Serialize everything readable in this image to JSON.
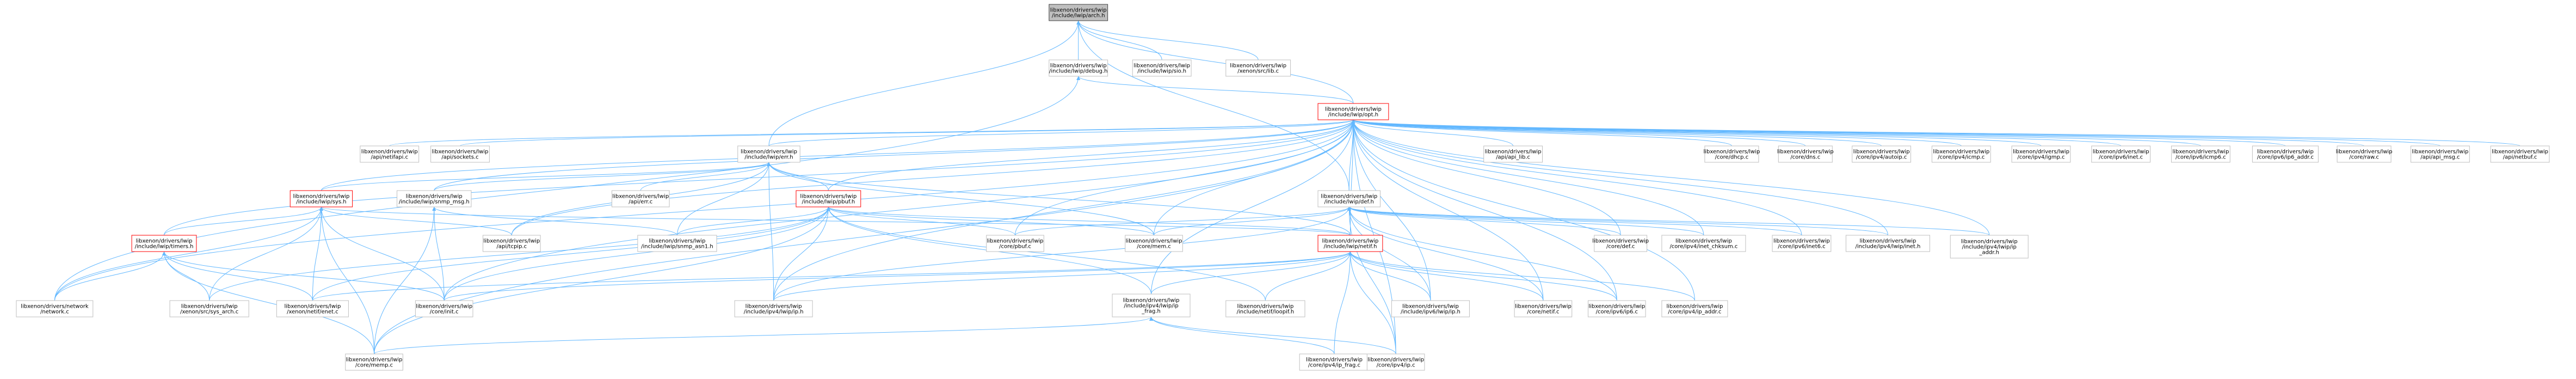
{
  "nodes": [
    {
      "id": "arch",
      "lines": [
        "libxenon/drivers/lwip",
        "/include/lwip/arch.h"
      ],
      "style": "root"
    },
    {
      "id": "debug",
      "lines": [
        "libxenon/drivers/lwip",
        "/include/lwip/debug.h"
      ],
      "style": "normal"
    },
    {
      "id": "sio",
      "lines": [
        "libxenon/drivers/lwip",
        "/include/lwip/sio.h"
      ],
      "style": "normal"
    },
    {
      "id": "libc",
      "lines": [
        "libxenon/drivers/lwip",
        "/xenon/src/lib.c"
      ],
      "style": "normal"
    },
    {
      "id": "opt",
      "lines": [
        "libxenon/drivers/lwip",
        "/include/lwip/opt.h"
      ],
      "style": "red"
    },
    {
      "id": "api_netifapi",
      "lines": [
        "libxenon/drivers/lwip",
        "/api/netifapi.c"
      ],
      "style": "normal"
    },
    {
      "id": "api_sockets",
      "lines": [
        "libxenon/drivers/lwip",
        "/api/sockets.c"
      ],
      "style": "normal"
    },
    {
      "id": "err",
      "lines": [
        "libxenon/drivers/lwip",
        "/include/lwip/err.h"
      ],
      "style": "normal"
    },
    {
      "id": "api_lib",
      "lines": [
        "libxenon/drivers/lwip",
        "/api/api_lib.c"
      ],
      "style": "normal"
    },
    {
      "id": "dhcp",
      "lines": [
        "libxenon/drivers/lwip",
        "/core/dhcp.c"
      ],
      "style": "normal"
    },
    {
      "id": "dns",
      "lines": [
        "libxenon/drivers/lwip",
        "/core/dns.c"
      ],
      "style": "normal"
    },
    {
      "id": "autoip",
      "lines": [
        "libxenon/drivers/lwip",
        "/core/ipv4/autoip.c"
      ],
      "style": "normal"
    },
    {
      "id": "icmp",
      "lines": [
        "libxenon/drivers/lwip",
        "/core/ipv4/icmp.c"
      ],
      "style": "normal"
    },
    {
      "id": "igmp",
      "lines": [
        "libxenon/drivers/lwip",
        "/core/ipv4/igmp.c"
      ],
      "style": "normal"
    },
    {
      "id": "inet_c",
      "lines": [
        "libxenon/drivers/lwip",
        "/core/ipv6/inet.c"
      ],
      "style": "normal"
    },
    {
      "id": "icmp6",
      "lines": [
        "libxenon/drivers/lwip",
        "/core/ipv6/icmp6.c"
      ],
      "style": "normal"
    },
    {
      "id": "ip6_addr",
      "lines": [
        "libxenon/drivers/lwip",
        "/core/ipv6/ip6_addr.c"
      ],
      "style": "normal"
    },
    {
      "id": "raw",
      "lines": [
        "libxenon/drivers/lwip",
        "/core/raw.c"
      ],
      "style": "normal"
    },
    {
      "id": "api_msg",
      "lines": [
        "libxenon/drivers/lwip",
        "/api/api_msg.c"
      ],
      "style": "normal"
    },
    {
      "id": "netbuf",
      "lines": [
        "libxenon/drivers/lwip",
        "/api/netbuf.c"
      ],
      "style": "normal"
    },
    {
      "id": "sys",
      "lines": [
        "libxenon/drivers/lwip",
        "/include/lwip/sys.h"
      ],
      "style": "red"
    },
    {
      "id": "snmp_msg",
      "lines": [
        "libxenon/drivers/lwip",
        "/include/lwip/snmp_msg.h"
      ],
      "style": "normal"
    },
    {
      "id": "api_err",
      "lines": [
        "libxenon/drivers/lwip",
        "/api/err.c"
      ],
      "style": "normal"
    },
    {
      "id": "pbuf_h",
      "lines": [
        "libxenon/drivers/lwip",
        "/include/lwip/pbuf.h"
      ],
      "style": "red"
    },
    {
      "id": "def_h",
      "lines": [
        "libxenon/drivers/lwip",
        "/include/lwip/def.h"
      ],
      "style": "normal"
    },
    {
      "id": "timers",
      "lines": [
        "libxenon/drivers/lwip",
        "/include/lwip/timers.h"
      ],
      "style": "red"
    },
    {
      "id": "tcpip",
      "lines": [
        "libxenon/drivers/lwip",
        "/api/tcpip.c"
      ],
      "style": "normal"
    },
    {
      "id": "snmp_asn1",
      "lines": [
        "libxenon/drivers/lwip",
        "/include/lwip/snmp_asn1.h"
      ],
      "style": "normal"
    },
    {
      "id": "pbuf_c",
      "lines": [
        "libxenon/drivers/lwip",
        "/core/pbuf.c"
      ],
      "style": "normal"
    },
    {
      "id": "mem_c",
      "lines": [
        "libxenon/drivers/lwip",
        "/core/mem.c"
      ],
      "style": "normal"
    },
    {
      "id": "netif_h",
      "lines": [
        "libxenon/drivers/lwip",
        "/include/lwip/netif.h"
      ],
      "style": "red"
    },
    {
      "id": "def_c",
      "lines": [
        "libxenon/drivers/lwip",
        "/core/def.c"
      ],
      "style": "normal"
    },
    {
      "id": "inet_chksum",
      "lines": [
        "libxenon/drivers/lwip",
        "/core/ipv4/inet_chksum.c"
      ],
      "style": "normal"
    },
    {
      "id": "inet6",
      "lines": [
        "libxenon/drivers/lwip",
        "/core/ipv6/inet6.c"
      ],
      "style": "normal"
    },
    {
      "id": "ipv4_inet_h",
      "lines": [
        "libxenon/drivers/lwip",
        "/include/ipv4/lwip/inet.h"
      ],
      "style": "normal"
    },
    {
      "id": "ip_addr_h",
      "lines": [
        "libxenon/drivers/lwip",
        "/include/ipv4/lwip/ip",
        "_addr.h"
      ],
      "style": "normal"
    },
    {
      "id": "network",
      "lines": [
        "libxenon/drivers/network",
        "/network.c"
      ],
      "style": "normal"
    },
    {
      "id": "sys_arch",
      "lines": [
        "libxenon/drivers/lwip",
        "/xenon/src/sys_arch.c"
      ],
      "style": "normal"
    },
    {
      "id": "enet",
      "lines": [
        "libxenon/drivers/lwip",
        "/xenon/netif/enet.c"
      ],
      "style": "normal"
    },
    {
      "id": "init",
      "lines": [
        "libxenon/drivers/lwip",
        "/core/init.c"
      ],
      "style": "normal"
    },
    {
      "id": "ipv4_ip_h",
      "lines": [
        "libxenon/drivers/lwip",
        "/include/ipv4/lwip/ip.h"
      ],
      "style": "normal"
    },
    {
      "id": "ip_frag_h",
      "lines": [
        "libxenon/drivers/lwip",
        "/include/ipv4/lwip/ip",
        "_frag.h"
      ],
      "style": "normal"
    },
    {
      "id": "loopif",
      "lines": [
        "libxenon/drivers/lwip",
        "/include/netif/loopif.h"
      ],
      "style": "normal"
    },
    {
      "id": "ipv6_ip_h",
      "lines": [
        "libxenon/drivers/lwip",
        "/include/ipv6/lwip/ip.h"
      ],
      "style": "normal"
    },
    {
      "id": "netif_c",
      "lines": [
        "libxenon/drivers/lwip",
        "/core/netif.c"
      ],
      "style": "normal"
    },
    {
      "id": "ip6",
      "lines": [
        "libxenon/drivers/lwip",
        "/core/ipv6/ip6.c"
      ],
      "style": "normal"
    },
    {
      "id": "ip_addr_c",
      "lines": [
        "libxenon/drivers/lwip",
        "/core/ipv4/ip_addr.c"
      ],
      "style": "normal"
    },
    {
      "id": "memp",
      "lines": [
        "libxenon/drivers/lwip",
        "/core/memp.c"
      ],
      "style": "normal"
    },
    {
      "id": "ip_frag_c",
      "lines": [
        "libxenon/drivers/lwip",
        "/core/ipv4/ip_frag.c"
      ],
      "style": "normal"
    },
    {
      "id": "ip_c",
      "lines": [
        "libxenon/drivers/lwip",
        "/core/ipv4/ip.c"
      ],
      "style": "normal"
    }
  ],
  "edges": [
    [
      "debug",
      "arch"
    ],
    [
      "sio",
      "arch"
    ],
    [
      "libc",
      "arch"
    ],
    [
      "opt",
      "arch"
    ],
    [
      "err",
      "arch"
    ],
    [
      "def_h",
      "arch"
    ],
    [
      "opt",
      "debug"
    ],
    [
      "network",
      "debug"
    ],
    [
      "api_netifapi",
      "opt"
    ],
    [
      "api_sockets",
      "opt"
    ],
    [
      "err",
      "opt"
    ],
    [
      "api_lib",
      "opt"
    ],
    [
      "dhcp",
      "opt"
    ],
    [
      "dns",
      "opt"
    ],
    [
      "autoip",
      "opt"
    ],
    [
      "icmp",
      "opt"
    ],
    [
      "igmp",
      "opt"
    ],
    [
      "inet_c",
      "opt"
    ],
    [
      "icmp6",
      "opt"
    ],
    [
      "ip6_addr",
      "opt"
    ],
    [
      "raw",
      "opt"
    ],
    [
      "api_msg",
      "opt"
    ],
    [
      "netbuf",
      "opt"
    ],
    [
      "sys",
      "opt"
    ],
    [
      "snmp_msg",
      "opt"
    ],
    [
      "pbuf_h",
      "opt"
    ],
    [
      "def_h",
      "opt"
    ],
    [
      "timers",
      "opt"
    ],
    [
      "tcpip",
      "opt"
    ],
    [
      "pbuf_c",
      "opt"
    ],
    [
      "mem_c",
      "opt"
    ],
    [
      "netif_h",
      "opt"
    ],
    [
      "def_c",
      "opt"
    ],
    [
      "inet_chksum",
      "opt"
    ],
    [
      "inet6",
      "opt"
    ],
    [
      "ipv4_inet_h",
      "opt"
    ],
    [
      "ip_addr_h",
      "opt"
    ],
    [
      "network",
      "opt"
    ],
    [
      "init",
      "opt"
    ],
    [
      "ipv4_ip_h",
      "opt"
    ],
    [
      "ip_frag_h",
      "opt"
    ],
    [
      "ipv6_ip_h",
      "opt"
    ],
    [
      "netif_c",
      "opt"
    ],
    [
      "ip6",
      "opt"
    ],
    [
      "ip_addr_c",
      "opt"
    ],
    [
      "memp",
      "opt"
    ],
    [
      "ip_c",
      "opt"
    ],
    [
      "sys",
      "err"
    ],
    [
      "snmp_msg",
      "err"
    ],
    [
      "api_err",
      "err"
    ],
    [
      "pbuf_h",
      "err"
    ],
    [
      "netif_h",
      "err"
    ],
    [
      "snmp_asn1",
      "err"
    ],
    [
      "tcpip",
      "err"
    ],
    [
      "ipv4_ip_h",
      "err"
    ],
    [
      "mem_c",
      "err"
    ],
    [
      "timers",
      "sys"
    ],
    [
      "tcpip",
      "sys"
    ],
    [
      "network",
      "sys"
    ],
    [
      "sys_arch",
      "sys"
    ],
    [
      "enet",
      "sys"
    ],
    [
      "init",
      "sys"
    ],
    [
      "memp",
      "sys"
    ],
    [
      "netif_h",
      "sys"
    ],
    [
      "snmp_asn1",
      "snmp_msg"
    ],
    [
      "init",
      "snmp_msg"
    ],
    [
      "memp",
      "snmp_msg"
    ],
    [
      "netif_h",
      "pbuf_h"
    ],
    [
      "snmp_asn1",
      "pbuf_h"
    ],
    [
      "pbuf_c",
      "pbuf_h"
    ],
    [
      "mem_c",
      "pbuf_h"
    ],
    [
      "ipv4_ip_h",
      "pbuf_h"
    ],
    [
      "ip_frag_h",
      "pbuf_h"
    ],
    [
      "enet",
      "pbuf_h"
    ],
    [
      "init",
      "pbuf_h"
    ],
    [
      "memp",
      "pbuf_h"
    ],
    [
      "sys_arch",
      "pbuf_h"
    ],
    [
      "loopif",
      "pbuf_h"
    ],
    [
      "def_c",
      "def_h"
    ],
    [
      "inet_chksum",
      "def_h"
    ],
    [
      "inet6",
      "def_h"
    ],
    [
      "ipv4_inet_h",
      "def_h"
    ],
    [
      "ip_addr_h",
      "def_h"
    ],
    [
      "pbuf_c",
      "def_h"
    ],
    [
      "mem_c",
      "def_h"
    ],
    [
      "netif_c",
      "def_h"
    ],
    [
      "ip6",
      "def_h"
    ],
    [
      "ipv4_ip_h",
      "def_h"
    ],
    [
      "ipv6_ip_h",
      "def_h"
    ],
    [
      "ip_c",
      "def_h"
    ],
    [
      "network",
      "timers"
    ],
    [
      "sys_arch",
      "timers"
    ],
    [
      "enet",
      "timers"
    ],
    [
      "init",
      "timers"
    ],
    [
      "memp",
      "timers"
    ],
    [
      "ipv4_ip_h",
      "netif_h"
    ],
    [
      "ip_frag_h",
      "netif_h"
    ],
    [
      "loopif",
      "netif_h"
    ],
    [
      "ipv6_ip_h",
      "netif_h"
    ],
    [
      "netif_c",
      "netif_h"
    ],
    [
      "ip6",
      "netif_h"
    ],
    [
      "ip_addr_c",
      "netif_h"
    ],
    [
      "init",
      "netif_h"
    ],
    [
      "enet",
      "netif_h"
    ],
    [
      "ip_c",
      "netif_h"
    ],
    [
      "ip_frag_c",
      "netif_h"
    ],
    [
      "ip_frag_c",
      "ip_frag_h"
    ],
    [
      "ip_c",
      "ip_frag_h"
    ],
    [
      "memp",
      "ip_frag_h"
    ]
  ],
  "colors": {
    "root_fill": "#bfbfbf",
    "root_stroke": "#404040",
    "normal_fill": "#ffffff",
    "normal_stroke": "#bfbfbf",
    "red_fill": "#ffffff",
    "red_stroke": "#ff0000",
    "edge": "#63b8ff"
  }
}
